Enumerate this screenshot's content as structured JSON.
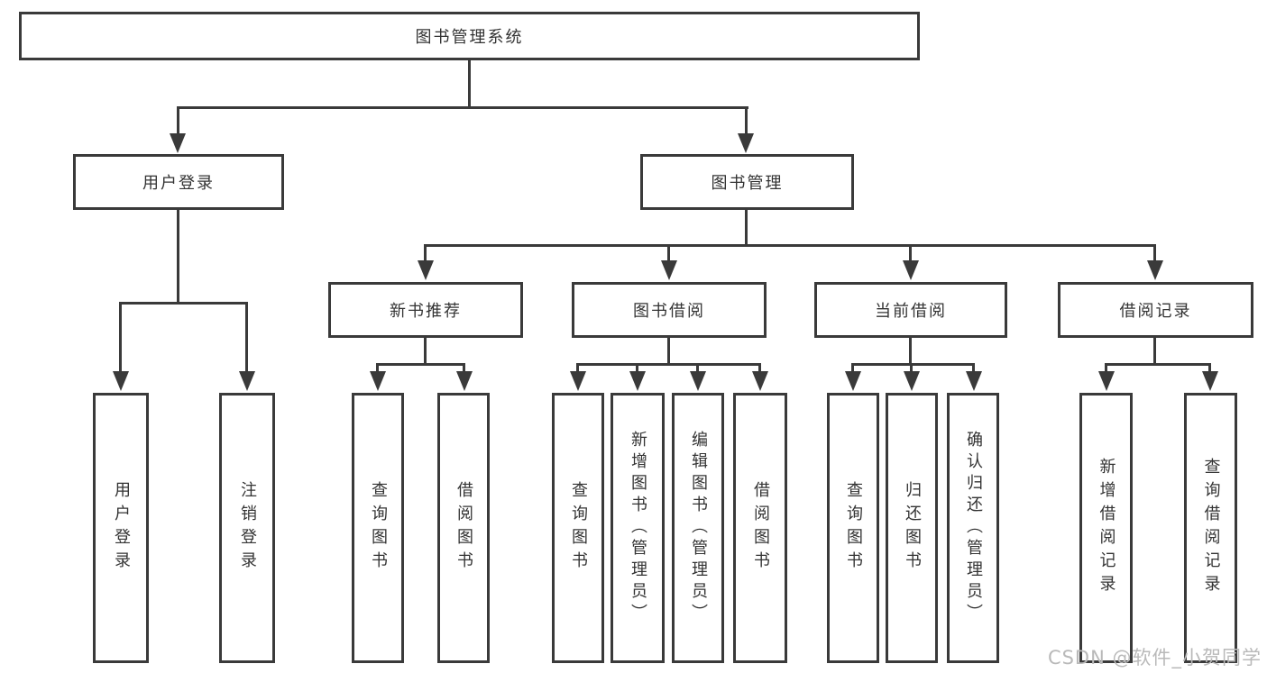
{
  "diagram": {
    "type": "hierarchy-tree",
    "title": "图书管理系统",
    "watermark": "CSDN @软件_小贺同学",
    "colors": {
      "line": "#3a3a3a",
      "text": "#333333",
      "background": "#ffffff",
      "watermark": "#b9b9b9"
    },
    "nodes": {
      "root": "图书管理系统",
      "user_login": "用户登录",
      "book_mgmt": "图书管理",
      "new_book_rec": "新书推荐",
      "book_borrow": "图书借阅",
      "current_borrow": "当前借阅",
      "borrow_records": "借阅记录",
      "leaf_user_login": "用户登录",
      "leaf_logout": "注销登录",
      "leaf_nbr_query": "查询图书",
      "leaf_nbr_borrow": "借阅图书",
      "leaf_bb_query": "查询图书",
      "leaf_bb_add": "新增图书（管理员）",
      "leaf_bb_edit": "编辑图书（管理员）",
      "leaf_bb_borrow": "借阅图书",
      "leaf_cb_query": "查询图书",
      "leaf_cb_return": "归还图书",
      "leaf_cb_confirm": "确认归还（管理员）",
      "leaf_br_add": "新增借阅记录",
      "leaf_br_query": "查询借阅记录"
    },
    "hierarchy": {
      "图书管理系统": {
        "用户登录": [
          "用户登录",
          "注销登录"
        ],
        "图书管理": {
          "新书推荐": [
            "查询图书",
            "借阅图书"
          ],
          "图书借阅": [
            "查询图书",
            "新增图书（管理员）",
            "编辑图书（管理员）",
            "借阅图书"
          ],
          "当前借阅": [
            "查询图书",
            "归还图书",
            "确认归还（管理员）"
          ],
          "借阅记录": [
            "新增借阅记录",
            "查询借阅记录"
          ]
        }
      }
    }
  }
}
